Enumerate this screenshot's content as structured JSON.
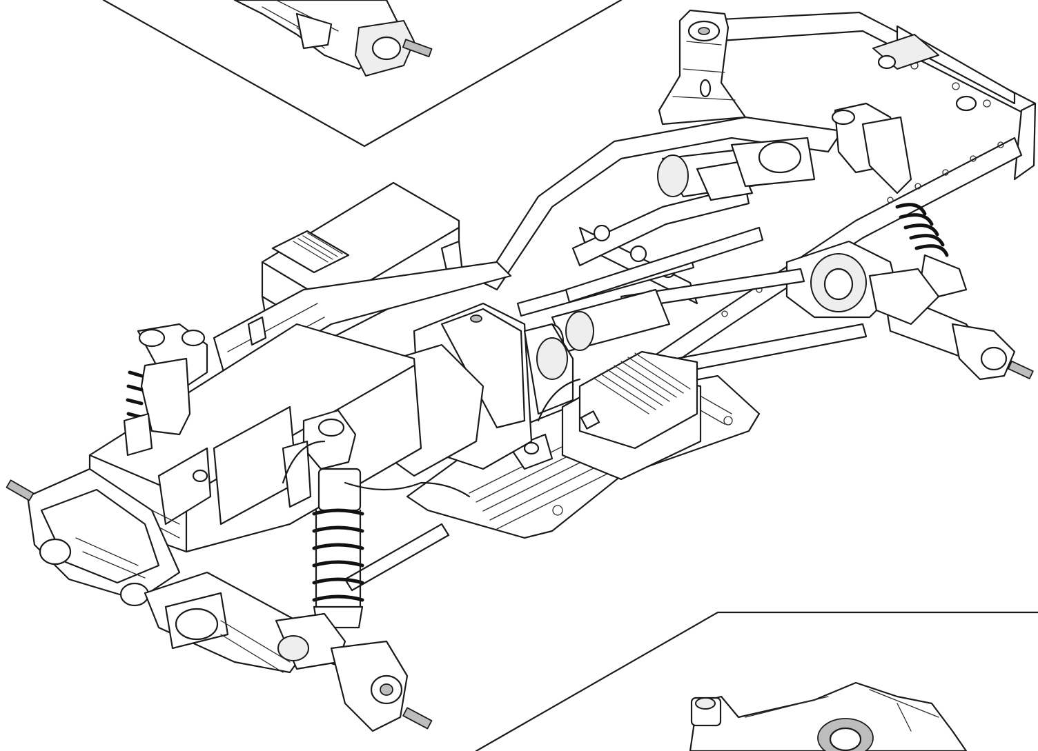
{
  "diagram": {
    "kind": "exploded-assembly-line-drawing",
    "style": "black-on-white isometric line art",
    "colors": {
      "background": "#ffffff",
      "line": "#1a1a1a",
      "shade": "#eeeeee",
      "dark": "#222222"
    },
    "parts": [
      "chassis-frame",
      "battery-box",
      "gearbox-transmission",
      "motor",
      "electronic-speed-controller",
      "skid-plate",
      "front-axle",
      "rear-axle",
      "front-left-shock",
      "front-right-shock",
      "rear-right-shock",
      "rear-left-shock",
      "servo-box",
      "driveshaft-front",
      "driveshaft-rear",
      "suspension-links",
      "top-left-callout",
      "bottom-right-callout"
    ]
  }
}
